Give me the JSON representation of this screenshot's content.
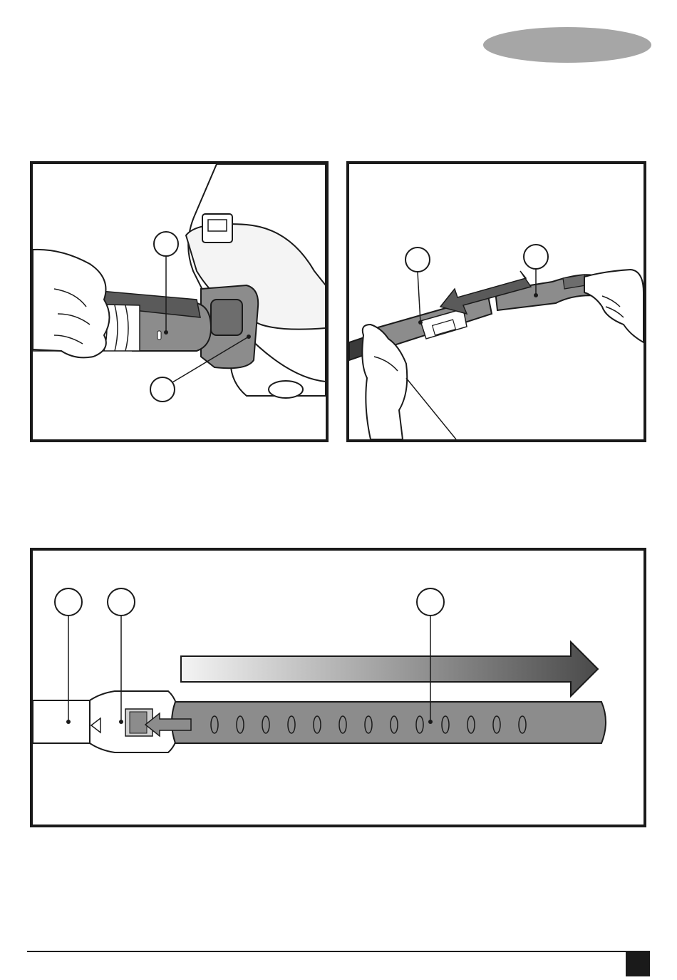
{
  "page": {
    "language_tab_color": "#a6a6a6",
    "accent_gray": "#8c8c8c",
    "line_color": "#1a1a1a"
  },
  "figures": [
    {
      "id": "fig-hose-to-inlet",
      "callouts": 2
    },
    {
      "id": "fig-tube-to-handle",
      "callouts": 2
    },
    {
      "id": "fig-extension-tube",
      "callouts": 3
    }
  ]
}
